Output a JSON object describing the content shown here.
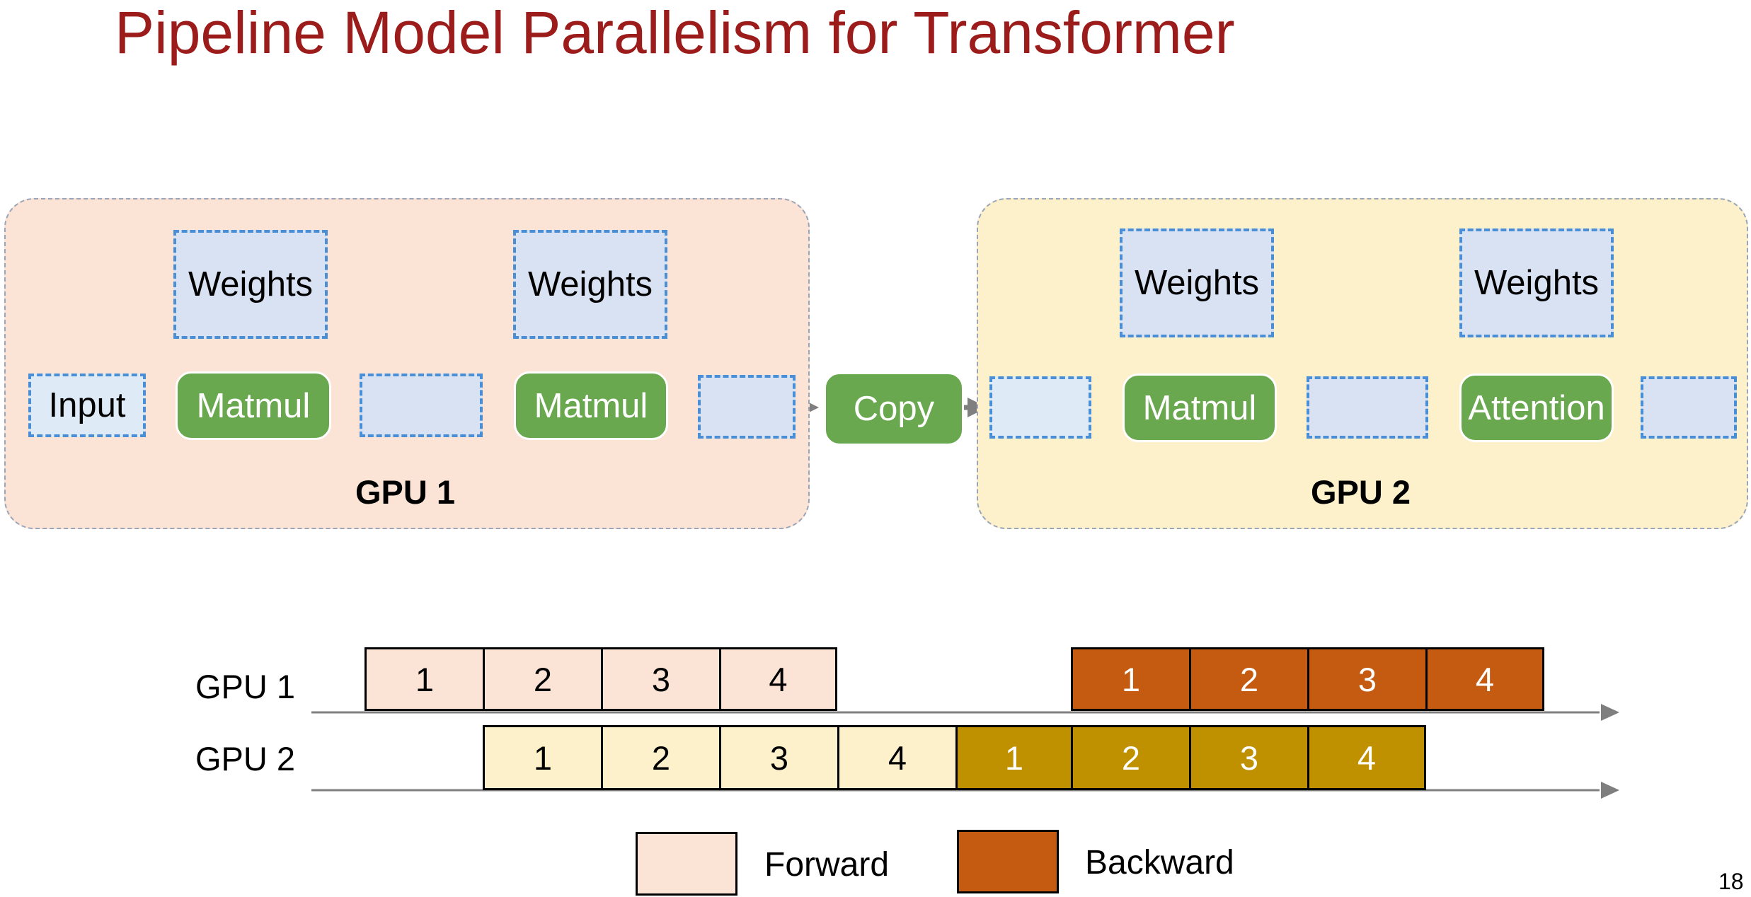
{
  "title": "Pipeline Model Parallelism for Transformer",
  "page_number": "18",
  "diagram": {
    "gpu1": {
      "label": "GPU 1",
      "color": "#fbe3d6",
      "input_label": "Input",
      "weights_label": "Weights",
      "ops": [
        "Matmul",
        "Matmul"
      ]
    },
    "gpu2": {
      "label": "GPU 2",
      "color": "#fdf1cc",
      "weights_label": "Weights",
      "ops": [
        "Matmul",
        "Attention"
      ]
    },
    "copy_label": "Copy",
    "op_color": "#6aa84f",
    "buffer_color": "#d9e2f3",
    "dashed_border_color": "#4a8fd6",
    "arrow_color": "#7f7f7f"
  },
  "timeline": {
    "rows": [
      {
        "label": "GPU 1",
        "forward": [
          "1",
          "2",
          "3",
          "4"
        ],
        "backward": [
          "1",
          "2",
          "3",
          "4"
        ]
      },
      {
        "label": "GPU 2",
        "forward": [
          "1",
          "2",
          "3",
          "4"
        ],
        "backward": [
          "1",
          "2",
          "3",
          "4"
        ]
      }
    ],
    "colors": {
      "gpu1_forward": "#fbe3d6",
      "gpu1_backward": "#c55a11",
      "gpu2_forward": "#fdf1cc",
      "gpu2_backward": "#bf9000"
    }
  },
  "legend": {
    "forward_label": "Forward",
    "backward_label": "Backward"
  }
}
